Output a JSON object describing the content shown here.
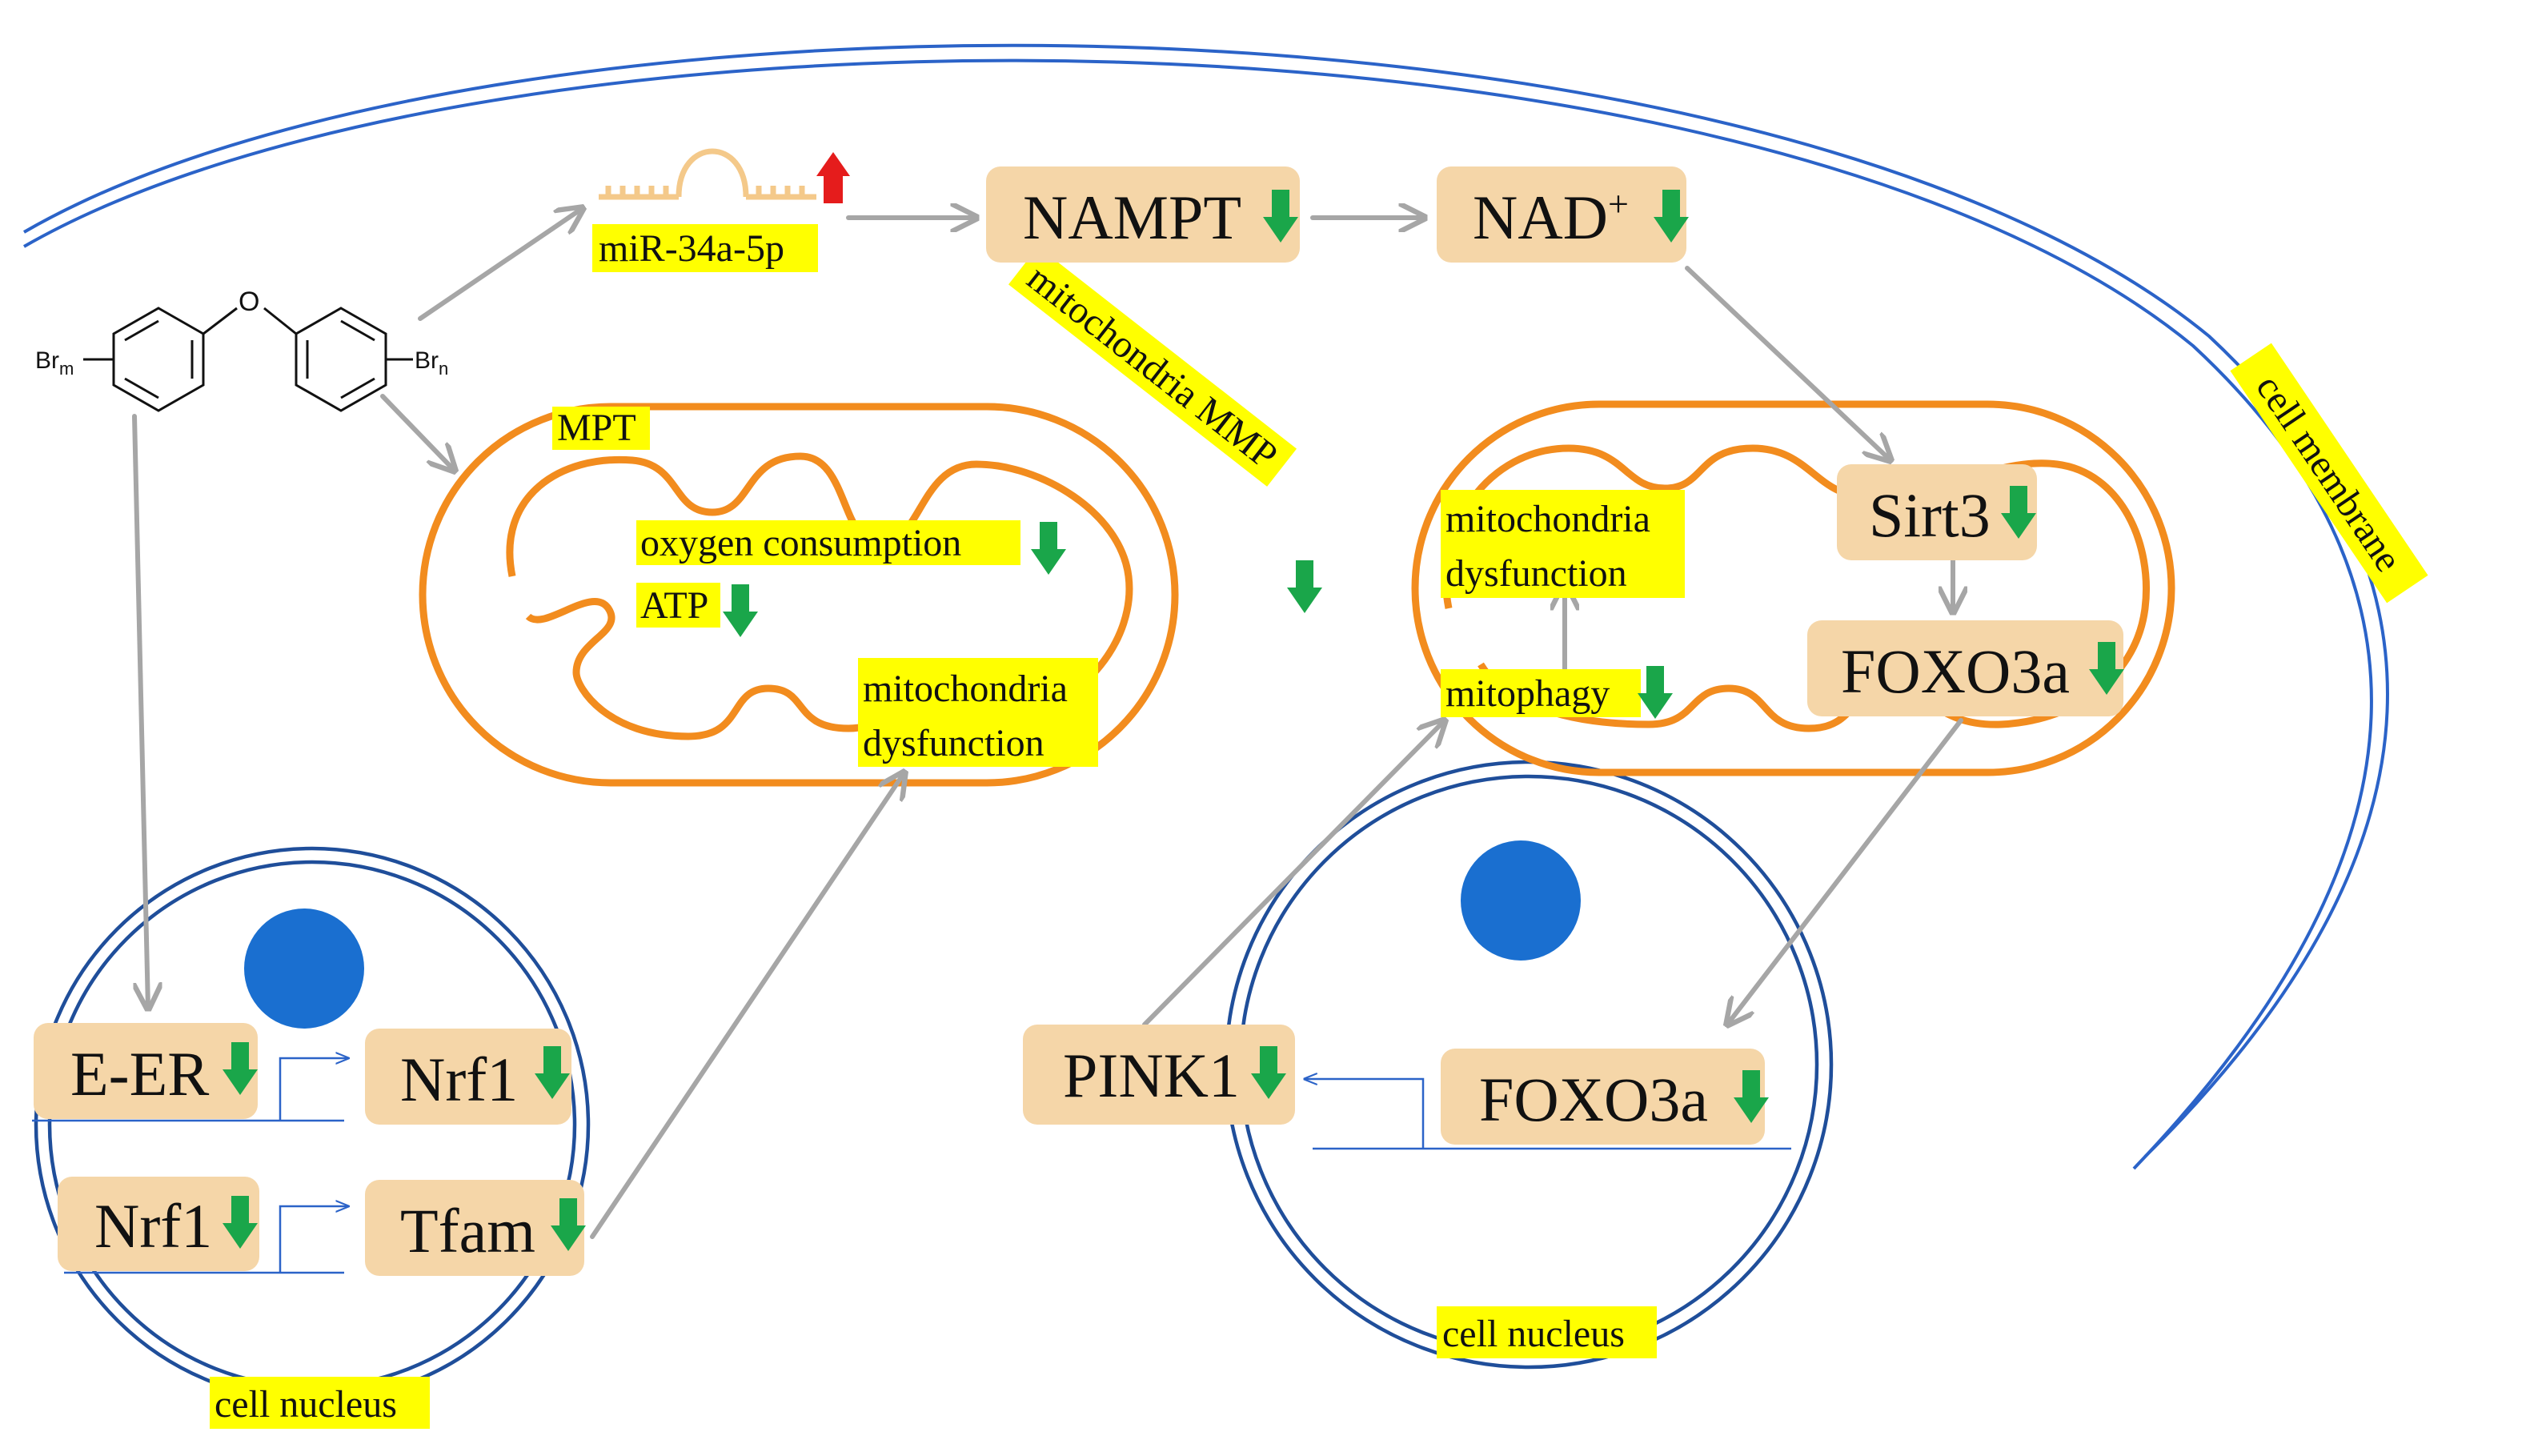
{
  "colors": {
    "box_fill": "#f5d6a8",
    "highlight": "#ffff00",
    "arrow_gray": "#a6a6a6",
    "mito_orange": "#f28c1e",
    "nucleus_blue": "#1f4e9a",
    "nucleolus_blue": "#1a6fd0",
    "membrane_blue": "#2b63c8",
    "down_green": "#1aa64a",
    "up_red": "#e51c1c",
    "rna_tan": "#f4c98a"
  },
  "compound": {
    "sub_left": "Br",
    "sub_left_index": "m",
    "sub_right": "Br",
    "sub_right_index": "n",
    "bridge": "O"
  },
  "labels": {
    "mir": "miR-34a-5p",
    "nampt": "NAMPT",
    "nad": "NAD",
    "nad_sup": "+",
    "mpt": "MPT",
    "oxygen": "oxygen consumption",
    "atp": "ATP",
    "mito_mmp": "mitochondria MMP",
    "mito_dys_left_1": "mitochondria",
    "mito_dys_left_2": "dysfunction",
    "mito_dys_right_1": "mitochondria",
    "mito_dys_right_2": "dysfunction",
    "mitophagy": "mitophagy",
    "sirt3": "Sirt3",
    "foxo3a_mito": "FOXO3a",
    "foxo3a_nucleus": "FOXO3a",
    "pink1": "PINK1",
    "e_er": "E-ER",
    "nrf1_top": "Nrf1",
    "nrf1_bottom": "Nrf1",
    "tfam": "Tfam",
    "cell_membrane": "cell membrane",
    "cell_nucleus_left": "cell nucleus",
    "cell_nucleus_right": "cell nucleus"
  },
  "icons": {
    "down_arrow": "down-arrow-icon",
    "up_arrow": "up-arrow-icon",
    "rna": "rna-hairpin-icon"
  }
}
